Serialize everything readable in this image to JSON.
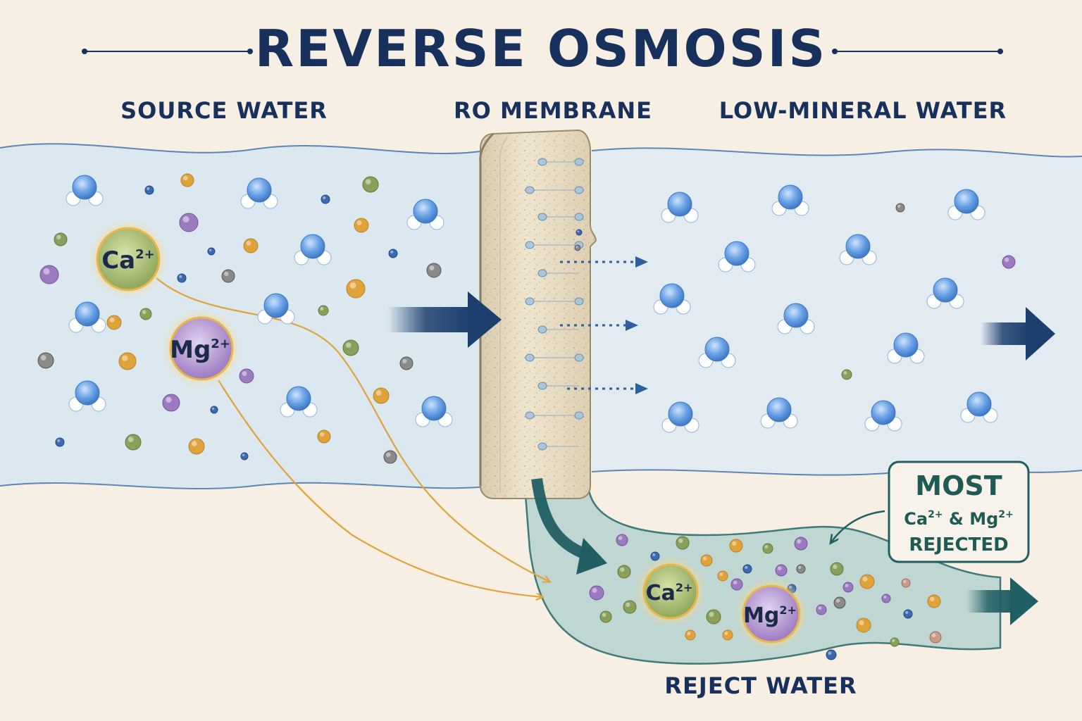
{
  "title": "REVERSE OSMOSIS",
  "labels": {
    "source": "SOURCE WATER",
    "membrane": "RO MEMBRANE",
    "product": "LOW-MINERAL WATER",
    "reject": "REJECT WATER"
  },
  "ions": {
    "calcium": {
      "base": "Ca",
      "charge": "2+"
    },
    "magnesium": {
      "base": "Mg",
      "charge": "2+"
    }
  },
  "callout": {
    "line1": "MOST",
    "ca": "Ca",
    "ca_charge": "2+",
    "and": " & ",
    "mg": "Mg",
    "mg_charge": "2+",
    "line3": "REJECTED"
  },
  "colors": {
    "title": "#17305c",
    "source_water": "#dce8ef",
    "reject_water": "#bfd6d2",
    "membrane": "#e8dcc4",
    "water_molecule": "#5e9be0",
    "calcium": "#8fa65a",
    "magnesium": "#9b7ac0",
    "arrow_flow": "#1d3f6e",
    "arrow_reject": "#215e63",
    "ion_path": "#e0a33a"
  }
}
